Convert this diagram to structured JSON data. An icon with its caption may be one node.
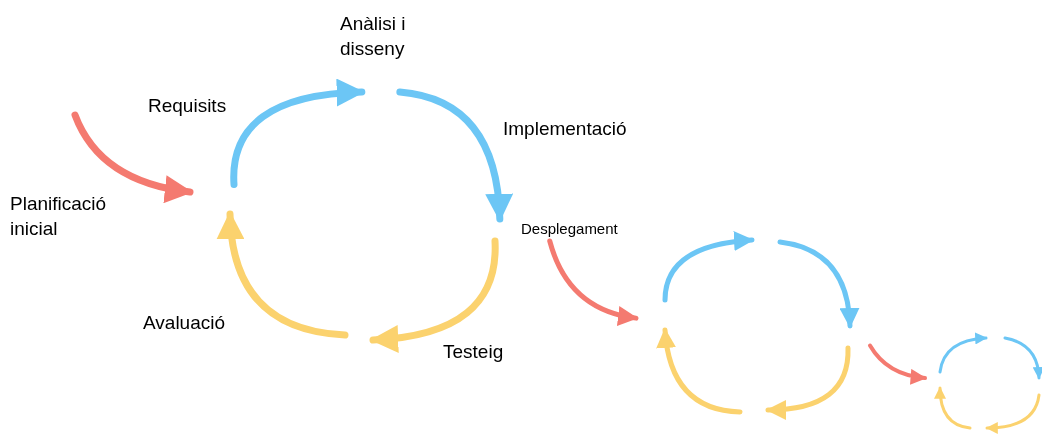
{
  "diagram": {
    "nodes": [
      {
        "text": [
          "Planificació inicial"
        ]
      },
      {
        "text": [
          "Requisits"
        ]
      },
      {
        "text": [
          "Anàlisi i disseny"
        ]
      },
      {
        "text": [
          "Implementació"
        ]
      },
      {
        "text": [
          "Desplegament"
        ]
      },
      {
        "text": [
          "Testeig"
        ]
      },
      {
        "text": [
          "Avaluació"
        ]
      },
      {
        "text": [],
        "shape": "picture"
      },
      {
        "text": [],
        "shape": "picture"
      }
    ],
    "edges": [
      {
        "from": null,
        "to": 0,
        "arrow": "to",
        "color": "#f47a70"
      },
      {
        "from": 1,
        "to": 2,
        "arrow": "to",
        "color": "#6cc6f5"
      },
      {
        "from": 2,
        "to": 4,
        "arrow": "to",
        "color": "#6cc6f5"
      },
      {
        "from": 4,
        "to": 5,
        "arrow": "to",
        "color": "#fbd26e"
      },
      {
        "from": 4,
        "to": 7,
        "arrow": "to",
        "color": "#f47a70"
      },
      {
        "from": 7,
        "to": 8,
        "arrow": "to",
        "color": "#f47a70"
      }
    ]
  }
}
